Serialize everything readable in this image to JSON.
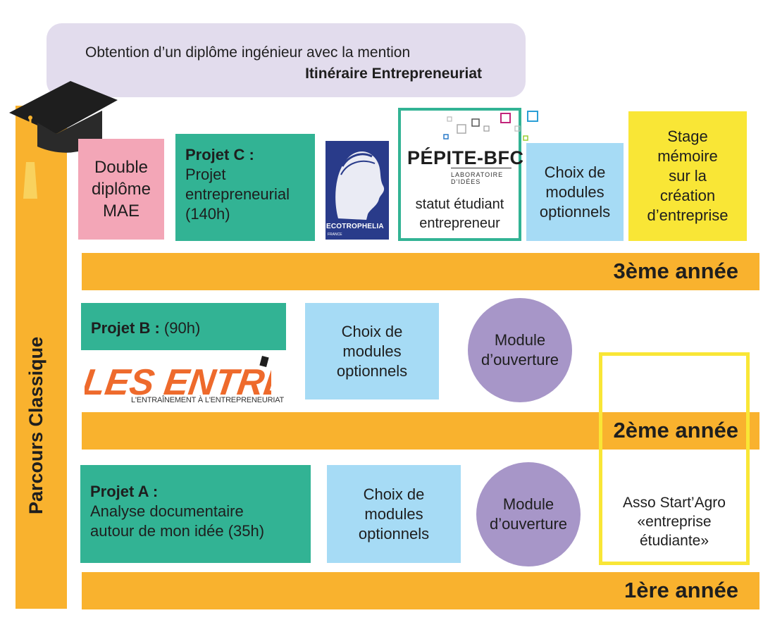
{
  "goal": {
    "line1": "Obtention d’un diplôme ingénieur avec la mention",
    "line2": "Itinéraire Entrepreneuriat"
  },
  "sidebar": {
    "label": "Parcours Classique"
  },
  "years": {
    "y3": "3ème année",
    "y2": "2ème année",
    "y1": "1ère année"
  },
  "year3": {
    "double_diplome": [
      "Double",
      "diplôme",
      "MAE"
    ],
    "projet_c": {
      "title": "Projet C :",
      "lines": [
        "Projet",
        "entrepreneurial",
        "(140h)"
      ]
    },
    "ecotrophelia": {
      "name": "ECOTROPHELIA",
      "country": "FRANCE"
    },
    "pepite": {
      "name": "PÉPITE-BFC",
      "lab": [
        "LABORATOIRE",
        "D'IDÉES"
      ],
      "status": [
        "statut étudiant",
        "entrepreneur"
      ]
    },
    "choix": [
      "Choix de",
      "modules",
      "optionnels"
    ],
    "stage": [
      "Stage",
      "mémoire",
      "sur la",
      "création",
      "d’entreprise"
    ]
  },
  "year2": {
    "projet_b": {
      "title": "Projet B :",
      "hours": "(90h)"
    },
    "les_entrep": {
      "name": "LES ENTREP",
      "tagline": "L'ENTRAÎNEMENT À L'ENTREPRENEURIAT"
    },
    "choix": [
      "Choix de",
      "modules",
      "optionnels"
    ],
    "module": [
      "Module",
      "d’ouverture"
    ]
  },
  "year1": {
    "projet_a": {
      "title": "Projet A :",
      "lines": [
        "Analyse documentaire",
        "autour de mon idée (35h)"
      ]
    },
    "choix": [
      "Choix de",
      "modules",
      "optionnels"
    ],
    "module": [
      "Module",
      "d’ouverture"
    ],
    "asso": [
      "Asso Start’Agro",
      "«entreprise",
      "étudiante»"
    ]
  },
  "colors": {
    "orange": "#f9b22e",
    "green": "#32b394",
    "blue": "#a6dbf5",
    "pink": "#f3a6b7",
    "yellow": "#f9e636",
    "purple": "#a796c8",
    "lavender": "#e2dced",
    "entrep_orange": "#ee6a2c"
  }
}
